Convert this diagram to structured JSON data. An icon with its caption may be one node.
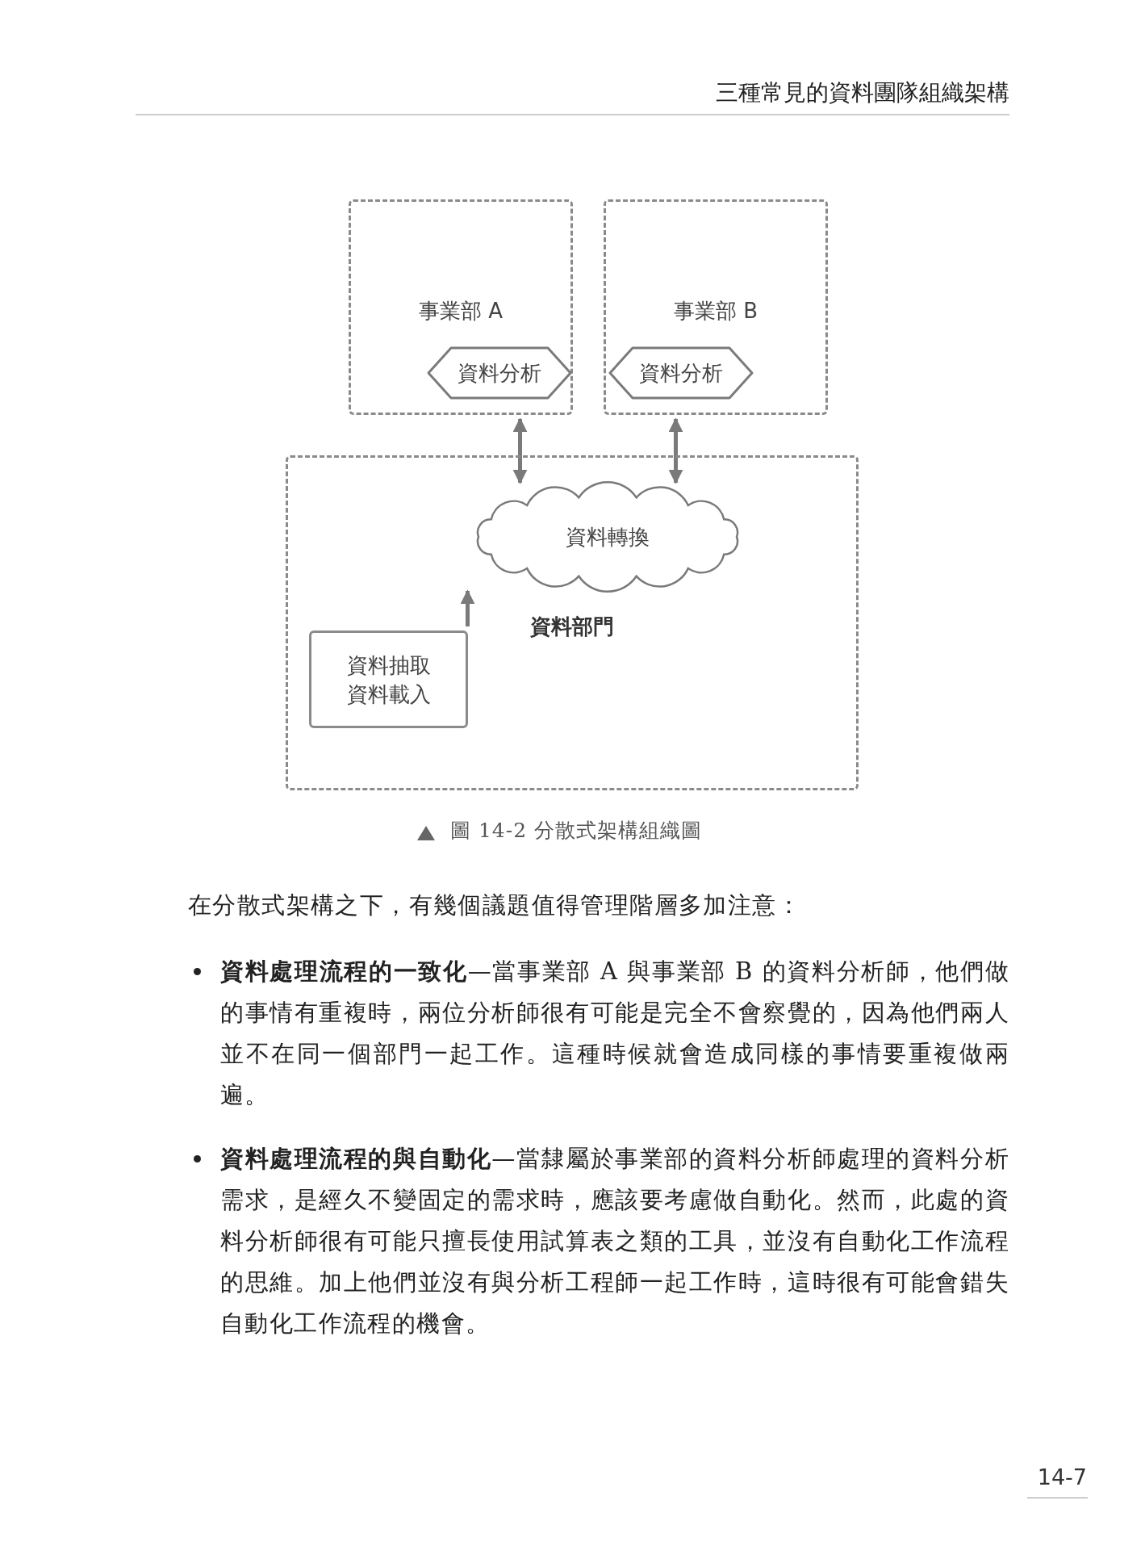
{
  "diagram": {
    "caption": "圖 14-2 分散式架構組織圖",
    "nodes": [
      {
        "text": [
          "事業部 A"
        ]
      },
      {
        "text": [
          "資料分析"
        ],
        "in": 0
      },
      {
        "text": [
          "事業部 B"
        ]
      },
      {
        "text": [
          "資料分析"
        ],
        "in": 2
      },
      {
        "text": [
          "資料部門"
        ]
      },
      {
        "text": [
          "資料轉換"
        ],
        "in": 4
      },
      {
        "text": [
          "資料抽取",
          "資料載入"
        ],
        "in": 4
      }
    ],
    "edges": [
      {
        "from": 0,
        "to": 5,
        "arrow": "both"
      },
      {
        "from": 2,
        "to": 5,
        "arrow": "both"
      },
      {
        "from": 6,
        "to": 5,
        "arrow": "to"
      }
    ],
    "labels": [
      "三種常見的資料團隊組織架構",
      "在分散式架構之下，有幾個議題值得管理階層多加注意：",
      "**資料處理流程的一致化**—當事業部 A 與事業部 B 的資料分析師，他們做的事情有重複時，兩位分析師很有可能是完全不會察覺的，因為他們兩人並不在同一個部門一起工作。這種時候就會造成同樣的事情要重複做兩遍。",
      "**資料處理流程的與自動化**—當隸屬於事業部的資料分析師處理的資料分析需求，是經久不變固定的需求時，應該要考慮做自動化。然而，此處的資料分析師很有可能只擅長使用試算表之類的工具，並沒有自動化工作流程的思維。加上他們並沒有與分析工程師一起工作時，這時很有可能會錯失自動化工作流程的機會。",
      "14-7"
    ]
  }
}
